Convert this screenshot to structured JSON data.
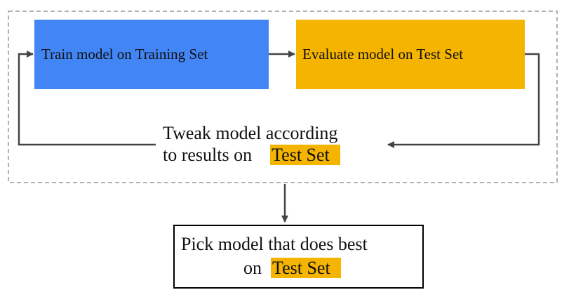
{
  "colors": {
    "train_box": "#4285F4",
    "evaluate_box": "#F4B400",
    "highlight": "#F4B400",
    "arrow": "#444444",
    "dashed_border": "#999999"
  },
  "nodes": {
    "train": {
      "label": "Train model on Training Set"
    },
    "evaluate": {
      "label": "Evaluate model on Test Set"
    },
    "tweak": {
      "line1": "Tweak model according",
      "line2_prefix": "to results on",
      "line2_highlight": "Test Set"
    },
    "pick": {
      "line1": "Pick model that does best",
      "line2_prefix": "on",
      "line2_highlight": "Test Set"
    }
  }
}
